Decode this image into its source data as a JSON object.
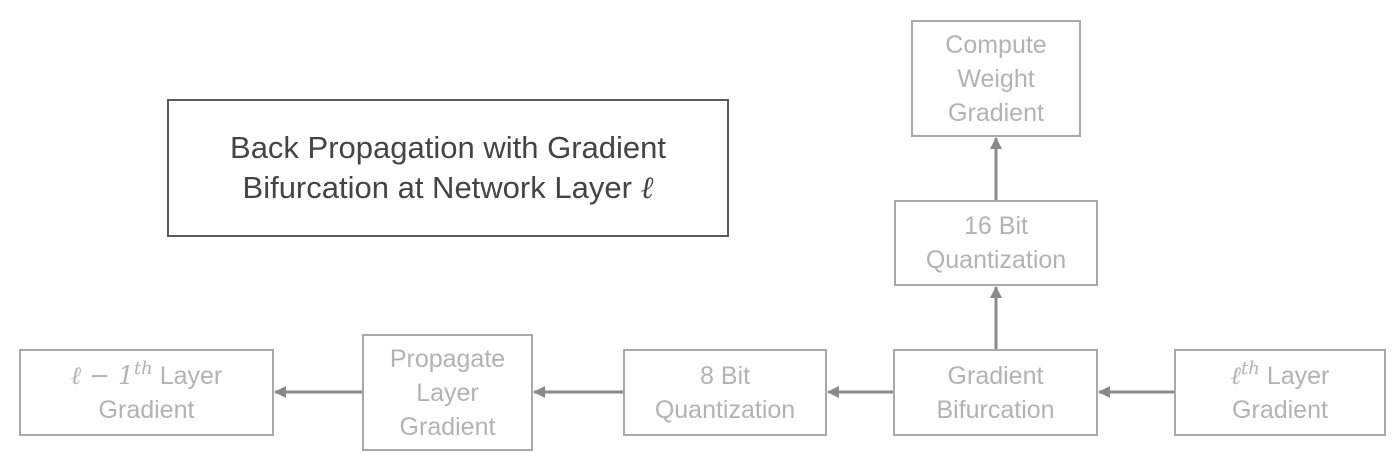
{
  "title_box": {
    "line1": "Back Propagation with Gradient",
    "line2": "Bifurcation at Network Layer",
    "symbol": "ℓ"
  },
  "nodes": {
    "compute_weight_gradient": {
      "lines": [
        "Compute",
        "Weight",
        "Gradient"
      ]
    },
    "quant_16bit": {
      "lines": [
        "16 Bit",
        "Quantization"
      ]
    },
    "gradient_bifurcation": {
      "lines": [
        "Gradient",
        "Bifurcation"
      ]
    },
    "quant_8bit": {
      "lines": [
        "8 Bit",
        "Quantization"
      ]
    },
    "propagate_layer_gradient": {
      "lines": [
        "Propagate",
        "Layer",
        "Gradient"
      ]
    },
    "layer_l_gradient": {
      "math": "ℓ",
      "sup": "th",
      "word": "Layer",
      "line2": "Gradient"
    },
    "layer_l_minus_1_gradient": {
      "math": "ℓ − 1",
      "sup": "th",
      "word": "Layer",
      "line2": "Gradient"
    }
  },
  "colors": {
    "node_border": "#a9a9a9",
    "node_text": "#b3b3b3",
    "title_border": "#5a5a5a",
    "title_text": "#444444",
    "arrow": "#8a8a8a"
  }
}
